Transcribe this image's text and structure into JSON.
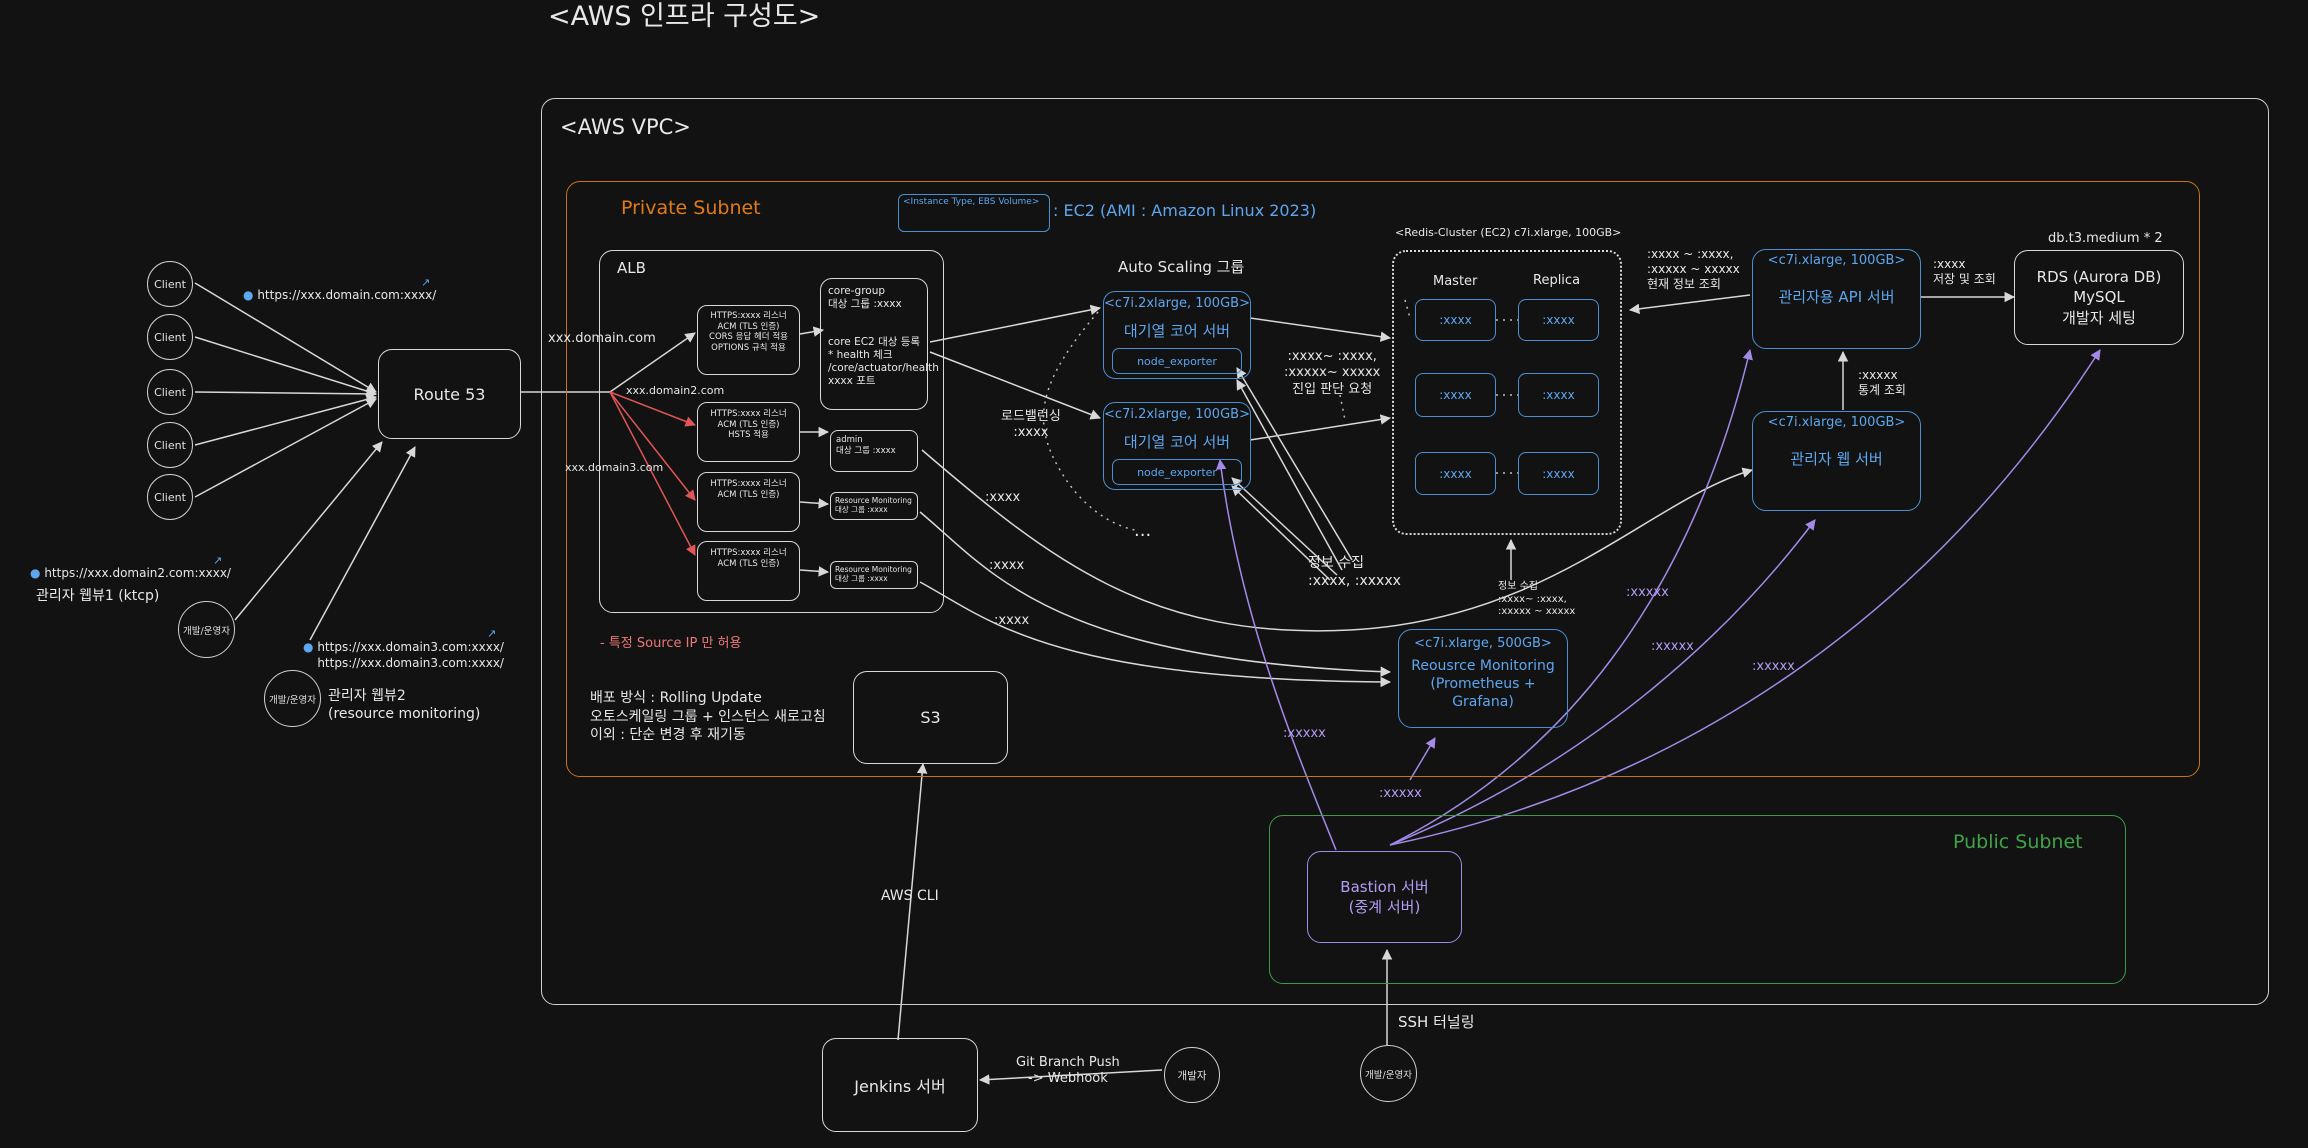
{
  "title": "<AWS 인프라 구성도>",
  "vpc_label": "<AWS VPC>",
  "private_subnet_label": "Private Subnet",
  "public_subnet_label": "Public Subnet",
  "legend": {
    "badge": "<Instance Type, EBS Volume>",
    "text": ": EC2 (AMI : Amazon Linux 2023)"
  },
  "clients": [
    "Client",
    "Client",
    "Client",
    "Client",
    "Client"
  ],
  "route53": "Route 53",
  "alb": {
    "label": "ALB",
    "domain1": "xxx.domain.com",
    "domain2": "xxx.domain2.com",
    "domain3": "xxx.domain3.com",
    "listener1": "HTTPS:xxxx 리스너\nACM (TLS 인증)\nCORS 응답 헤더 적용\nOPTIONS 규칙 적용",
    "listener2": "HTTPS:xxxx 리스너\nACM (TLS 인증)\nHSTS 적용",
    "listener3": "HTTPS:xxxx 리스너\nACM (TLS 인증)",
    "listener4": "HTTPS:xxxx 리스너\nACM (TLS 인증)",
    "tg_core": "core-group\n대상 그룹 :xxxx\n\n\ncore EC2 대상 등록\n* health 체크\n/core/actuator/health\nxxxx 포트",
    "tg_admin": "admin\n대상 그룹 :xxxx",
    "tg_rm1": "Resource Monitoring\n대상 그룹 :xxxx",
    "tg_rm2": "Resource Monitoring\n대상 그룹 :xxxx",
    "source_ip": "- 특정 Source IP 만 허용"
  },
  "deploy_note": "배포 방식 : Rolling Update\n오토스케일링 그룹 + 인스턴스 새로고침\n이외 : 단순 변경 후 재기동",
  "s3": "S3",
  "autoscaling": {
    "label": "Auto Scaling 그룹",
    "server1_type": "<c7i.2xlarge, 100GB>",
    "server1_name": "대기열 코어 서버",
    "server1_exporter": "node_exporter",
    "server2_type": "<c7i.2xlarge, 100GB>",
    "server2_name": "대기열 코어 서버",
    "server2_exporter": "node_exporter",
    "ellipsis": "...",
    "lb_label": "로드밸런싱\n:xxxx"
  },
  "redis": {
    "label": "<Redis-Cluster (EC2) c7i.xlarge, 100GB>",
    "master": "Master",
    "replica": "Replica",
    "nodes": [
      ":xxxx",
      ":xxxx",
      ":xxxx",
      ":xxxx",
      ":xxxx",
      ":xxxx"
    ],
    "entry_label": ":xxxx~ :xxxx,\n:xxxxx~ xxxxx\n진입 판단 요청",
    "admin_query": ":xxxx ~ :xxxx,\n:xxxxx ~ xxxxx\n현재 정보 조회"
  },
  "admin_api": {
    "type": "<c7i.xlarge, 100GB>",
    "name": "관리자용 API 서버"
  },
  "admin_web": {
    "type": "<c7i.xlarge, 100GB>",
    "name": "관리자 웹 서버",
    "stats": ":xxxxx\n통계 조회"
  },
  "rds": {
    "type": "db.t3.medium * 2",
    "name": "RDS (Aurora DB)\nMySQL\n개발자 세팅",
    "save_label": ":xxxx\n저장 및 조회"
  },
  "monitoring": {
    "type": "<c7i.xlarge, 500GB>",
    "name": "Reousrce Monitoring\n(Prometheus +\nGrafana)",
    "collect1": "정보 수집\n:xxxx, :xxxxx",
    "collect2": "정보 수집\n:xxxx~ :xxxx,\n:xxxxx ~ xxxxx"
  },
  "ports": {
    "p1": ":xxxx",
    "p2": ":xxxx",
    "p3": ":xxxx"
  },
  "bastion": {
    "name": "Bastion 서버\n(중계 서버)",
    "ssh": "SSH 터널링",
    "p_core": ":xxxxx",
    "p_mon": ":xxxxx",
    "p_api": ":xxxxx",
    "p_web": ":xxxxx",
    "p_rds": ":xxxxx"
  },
  "admin_view1": {
    "url": "https://xxx.domain2.com:xxxx/",
    "label": "관리자 웹뷰1 (ktcp)"
  },
  "admin_view2": {
    "url": "https://xxx.domain3.com:xxxx/\nhttps://xxx.domain3.com:xxxx/",
    "label": "관리자 웹뷰2\n(resource monitoring)"
  },
  "client_url": "https://xxx.domain.com:xxxx/",
  "ops_user": "개발/운영자",
  "developer": "개발자",
  "jenkins": "Jenkins 서버",
  "git_push": "Git Branch Push\n-> Webhook",
  "aws_cli": "AWS CLI",
  "colors": {
    "blue": "#4a8fd0",
    "purple": "#a48ae8",
    "orange": "#c9740f",
    "green": "#3e9a48",
    "red": "#e05555"
  }
}
